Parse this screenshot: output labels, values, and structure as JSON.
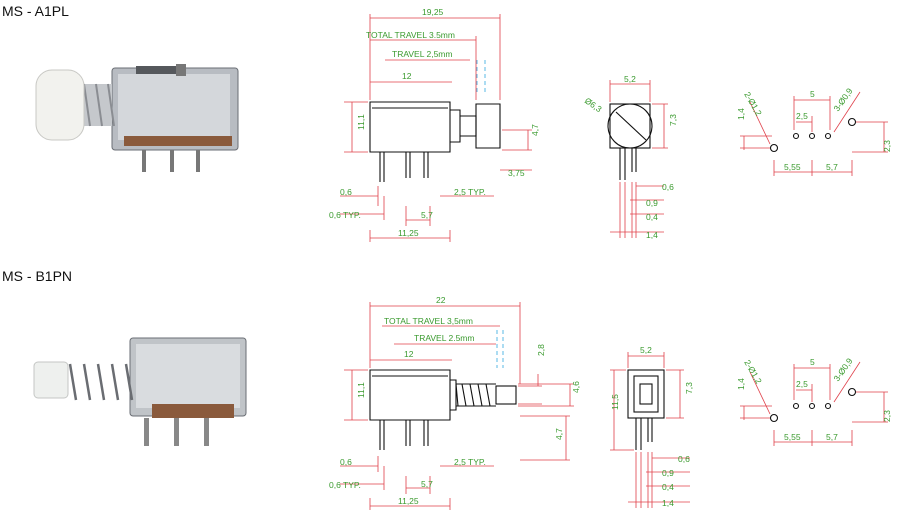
{
  "switches": [
    {
      "model": "MS - A1PL",
      "side": {
        "overall": "19,25",
        "total_travel": "TOTAL TRAVEL 3.5mm",
        "travel": "TRAVEL 2,5mm",
        "body_len": "12",
        "height": "11,1",
        "cap_h": "4,7",
        "cap_off": "3,75",
        "pin_w": "0,6",
        "pin_typ": "0,6 TYP.",
        "pitch_typ": "2,5 TYP.",
        "pin_span": "5,7",
        "base": "11,25"
      },
      "front": {
        "width": "5,2",
        "diam": "Ø6,3",
        "height": "7,3",
        "d1": "0,6",
        "d2": "0,9",
        "d3": "0,4",
        "d4": "1,4"
      },
      "holes": {
        "top_pitch": "5",
        "mid_pitch": "2,5",
        "left_hole": "2-Ø1,2",
        "right_hole": "3-Ø0,9",
        "left_off": "1,4",
        "right_off": "2,3",
        "bottom_left": "5,55",
        "bottom_right": "5,7"
      }
    },
    {
      "model": "MS - B1PN",
      "side": {
        "overall": "22",
        "total_travel": "TOTAL TRAVEL 3,5mm",
        "travel": "TRAVEL 2.5mm",
        "body_len": "12",
        "height": "11,1",
        "plunger_d": "2,8",
        "spring_d": "4,6",
        "lower": "4,7",
        "pin_w": "0,6",
        "pin_typ": "0,6 TYP.",
        "pitch_typ": "2,5 TYP.",
        "pin_span": "5,7",
        "base": "11,25"
      },
      "front": {
        "width": "5,2",
        "height_total": "11,5",
        "height": "7,3",
        "d1": "0,6",
        "d2": "0,9",
        "d3": "0,4",
        "d4": "1,4"
      },
      "holes": {
        "top_pitch": "5",
        "mid_pitch": "2,5",
        "left_hole": "2-Ø1,2",
        "right_hole": "3-Ø0,9",
        "left_off": "1,4",
        "right_off": "2,3",
        "bottom_left": "5,55",
        "bottom_right": "5,7"
      }
    }
  ],
  "colors": {
    "dimension_line": "#e0404a",
    "dimension_text": "#3a9a2e",
    "travel_marker": "#5ab8e6",
    "outline": "#111111"
  }
}
